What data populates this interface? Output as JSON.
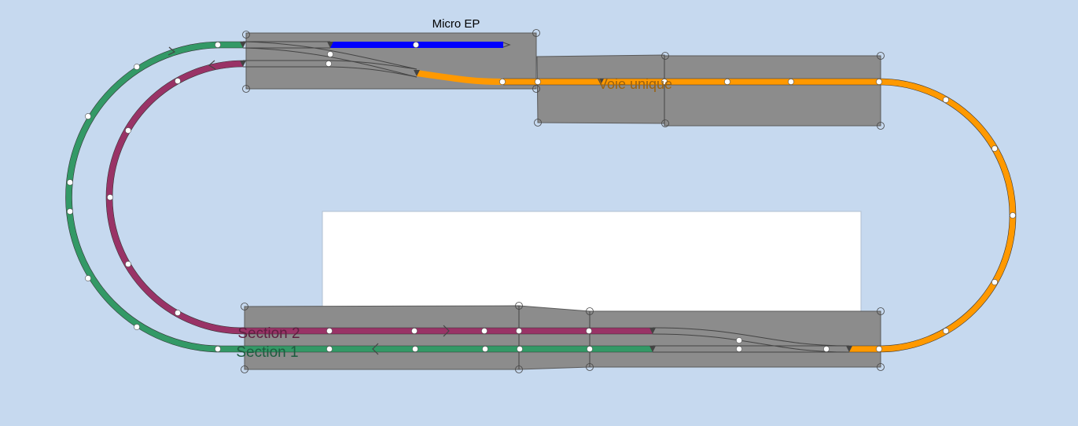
{
  "labels": {
    "micro_ep": "Micro EP",
    "voie_unique": "Voie unique",
    "section_2": "Section 2",
    "section_1": "Section 1"
  },
  "colors": {
    "background": "#c6d9ef",
    "block": "#8c8c8c",
    "section_1": "#339966",
    "section_2": "#993366",
    "voie_unique": "#ff9900",
    "micro_ep": "#0000ff",
    "panel": "#ffffff"
  }
}
